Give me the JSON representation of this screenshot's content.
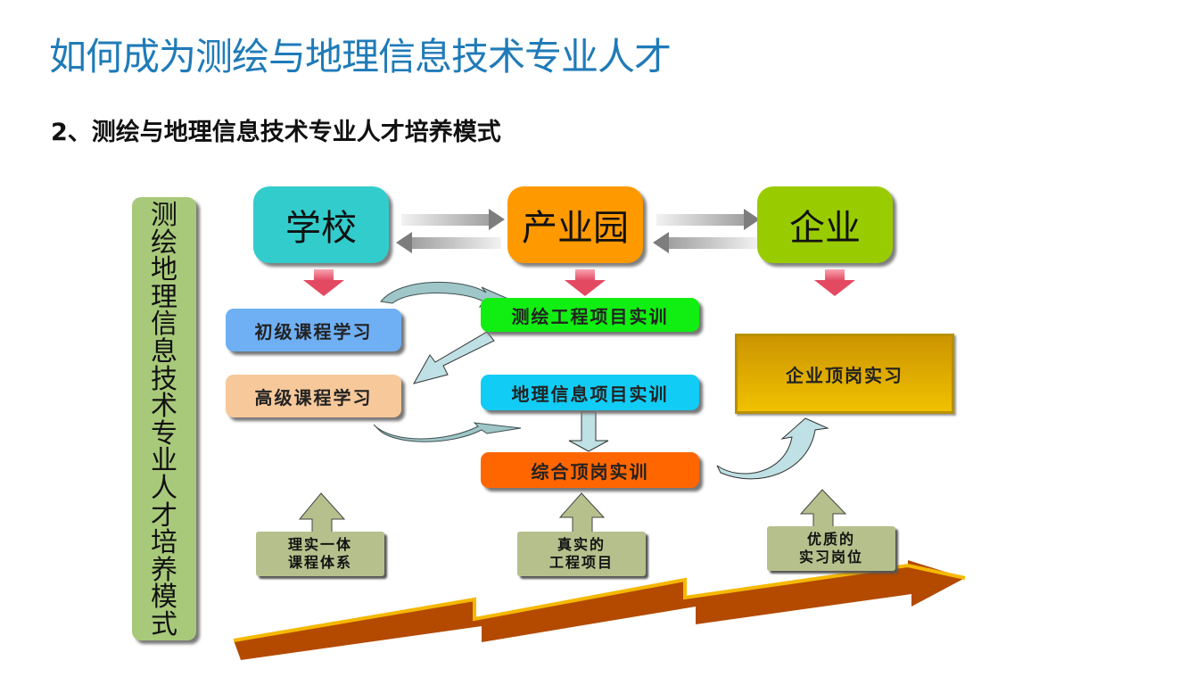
{
  "header": {
    "title": "如何成为测绘与地理信息技术专业人才",
    "subtitle": "2、测绘与地理信息技术专业人才培养模式"
  },
  "diagram": {
    "side_label_chars": [
      "测",
      "绘",
      "地",
      "理",
      "信",
      "息",
      "技",
      "术",
      "专",
      "业",
      "人",
      "才",
      "培",
      "养",
      "模",
      "式"
    ],
    "entities": {
      "school": "学校",
      "park": "产业园",
      "enterprise": "企业"
    },
    "steps": {
      "basic_course": "初级课程学习",
      "advanced_course": "高级课程学习",
      "survey_project": "测绘工程项目实训",
      "gis_project": "地理信息项目实训",
      "comprehensive": "综合顶岗实训",
      "internship": "企业顶岗实习"
    },
    "supports": [
      {
        "line1": "理实一体",
        "line2": "课程体系"
      },
      {
        "line1": "真实的",
        "line2": "工程项目"
      },
      {
        "line1": "优质的",
        "line2": "实习岗位"
      }
    ],
    "colors": {
      "title": "#1f7bb8",
      "school": "#33cccc",
      "park": "#ff9900",
      "enterprise": "#99cc00",
      "basic_course": "#6fb0f5",
      "advanced_course": "#f7c89a",
      "survey_project": "#11ee11",
      "gis_project": "#11ccf5",
      "comprehensive": "#ff6600",
      "internship": "#e5b200",
      "side_bar": "#a8c97a",
      "support_box": "#b5c08c",
      "timeline_arrow": "#b34a00"
    }
  }
}
